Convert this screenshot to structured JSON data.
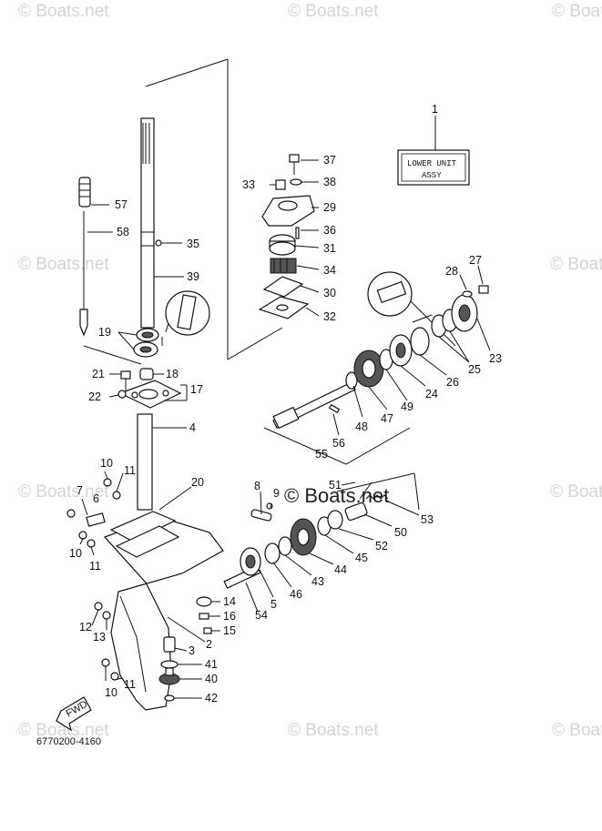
{
  "watermark": "© Boats.net",
  "assy_box": {
    "line1": "LOWER UNIT",
    "line2": "ASSY",
    "ref": "1"
  },
  "diagram_code": "6770200-4160",
  "fwd_label": "FWD",
  "part_labels": {
    "p2": "2",
    "p3": "3",
    "p4": "4",
    "p5": "5",
    "p6": "6",
    "p7": "7",
    "p8": "8",
    "p9": "9",
    "p10a": "10",
    "p10b": "10",
    "p10c": "10",
    "p11a": "11",
    "p11b": "11",
    "p11c": "11",
    "p12": "12",
    "p13": "13",
    "p14": "14",
    "p15": "15",
    "p16": "16",
    "p17": "17",
    "p18": "18",
    "p19": "19",
    "p20": "20",
    "p21": "21",
    "p22": "22",
    "p23": "23",
    "p24": "24",
    "p25a": "25",
    "p25b": "25",
    "p26": "26",
    "p27": "27",
    "p28": "28",
    "p29": "29",
    "p30": "30",
    "p31": "31",
    "p32": "32",
    "p33": "33",
    "p34": "34",
    "p35": "35",
    "p36": "36",
    "p37": "37",
    "p38": "38",
    "p39": "39",
    "p40": "40",
    "p41": "41",
    "p42": "42",
    "p43": "43",
    "p44": "44",
    "p45": "45",
    "p46": "46",
    "p47": "47",
    "p48": "48",
    "p49": "49",
    "p50": "50",
    "p51": "51",
    "p52": "52",
    "p53": "53",
    "p54": "54",
    "p55": "55",
    "p56": "56",
    "p57": "57",
    "p58": "58"
  }
}
